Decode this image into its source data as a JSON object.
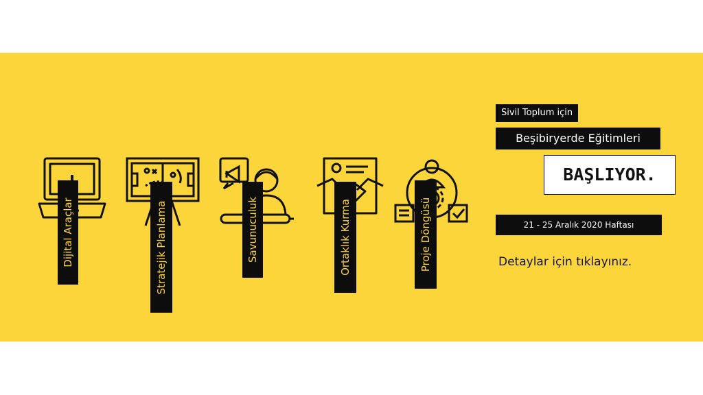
{
  "courses": [
    {
      "label": "Dijital Araçlar",
      "icon": "laptop-chart-icon"
    },
    {
      "label": "Stratejik Planlama",
      "icon": "strategy-board-icon"
    },
    {
      "label": "Savunuculuk",
      "icon": "megaphone-person-icon"
    },
    {
      "label": "Ortaklık Kurma",
      "icon": "handshake-icon"
    },
    {
      "label": "Proje Döngüsü",
      "icon": "project-cycle-icon"
    }
  ],
  "announcement": {
    "line1": "Sivil Toplum için",
    "line2": "Beşibiryerde Eğitimleri",
    "headline": "BAŞLIYOR.",
    "dates": "21 - 25 Aralık 2020 Haftası",
    "cta": "Detaylar için tıklayınız."
  },
  "colors": {
    "background": "#fcd53a",
    "label_bg": "#0d0d0d",
    "label_text": "#fcd53a"
  }
}
